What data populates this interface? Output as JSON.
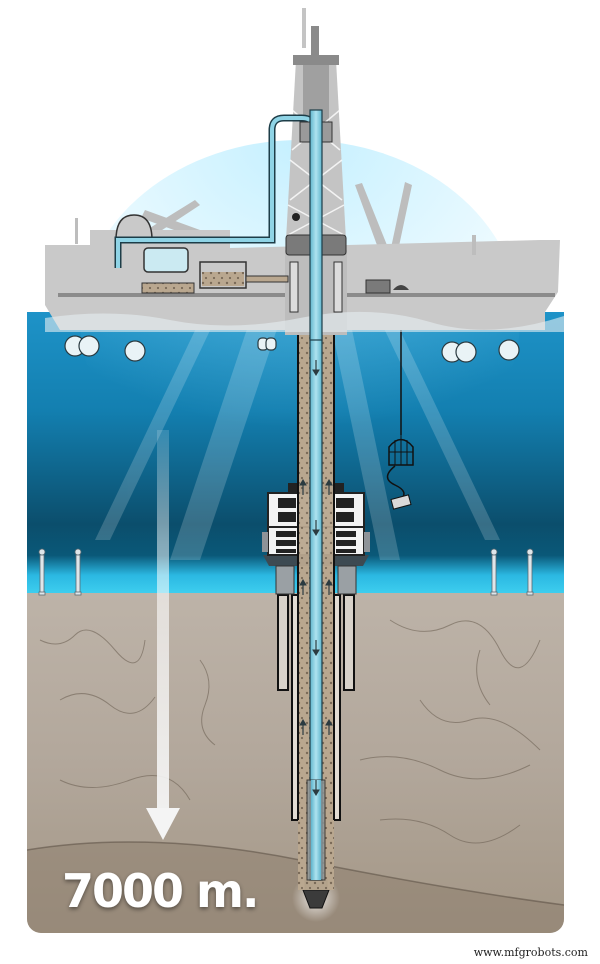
{
  "illustration": {
    "subject": "Offshore deep-sea drilling vessel with riser and drill string to seabed",
    "depth_label": "7000 m.",
    "watermark": "www.mfgrobots.com",
    "colors": {
      "sky": "#ffffff",
      "ship_hull": "#c9c9c9",
      "ship_dark": "#8a8a8a",
      "water_top": "#1d8fc4",
      "water_deep": "#0c4a66",
      "seabed_glow": "#35c6ea",
      "sediment": "#b8aea3",
      "sediment_dark": "#8e8275",
      "pipe": "#7fcbe0",
      "mud": "#b9a78f",
      "arrow": "#f2f2f2",
      "text": "#ffffff"
    },
    "components": [
      "derrick-tower",
      "drilling-vessel",
      "mud-tanks",
      "return-pipe",
      "thrusters",
      "riser-pipe",
      "blowout-preventer",
      "rov-cage",
      "rov",
      "seabed-transponders",
      "casing",
      "drill-bit",
      "depth-arrow"
    ]
  }
}
